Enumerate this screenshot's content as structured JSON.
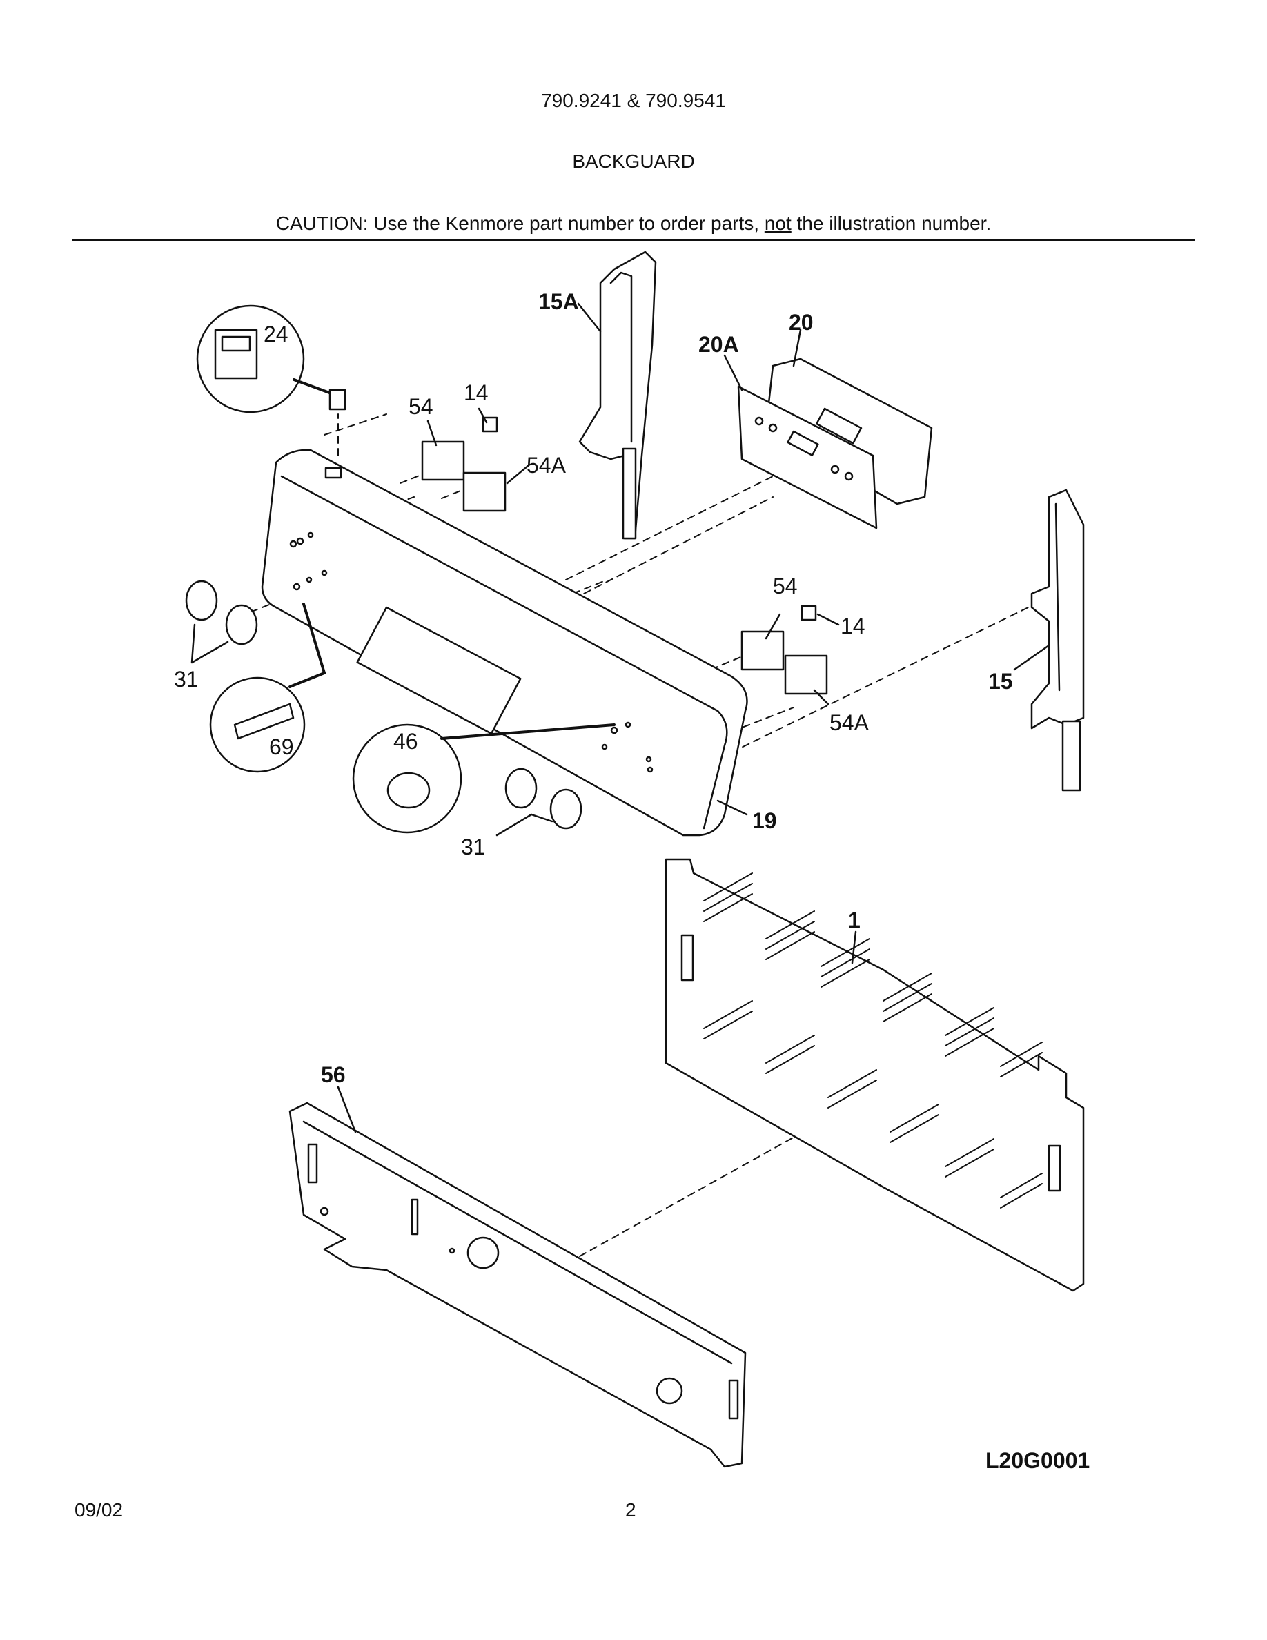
{
  "header": {
    "model": "790.9241 & 790.9541",
    "section": "BACKGUARD",
    "caution_prefix": "CAUTION: Use the Kenmore part number to order parts, ",
    "caution_emphasis": "not",
    "caution_suffix": " the illustration number."
  },
  "callouts": {
    "p1": "1",
    "p14a": "14",
    "p14b": "14",
    "p15": "15",
    "p15A": "15A",
    "p19": "19",
    "p20": "20",
    "p20A": "20A",
    "p24": "24",
    "p31a": "31",
    "p31b": "31",
    "p46": "46",
    "p54a": "54",
    "p54b": "54",
    "p54Aa": "54A",
    "p54Ab": "54A",
    "p56": "56",
    "p69": "69"
  },
  "footer": {
    "date": "09/02",
    "page": "2",
    "drawing_code": "L20G0001"
  }
}
